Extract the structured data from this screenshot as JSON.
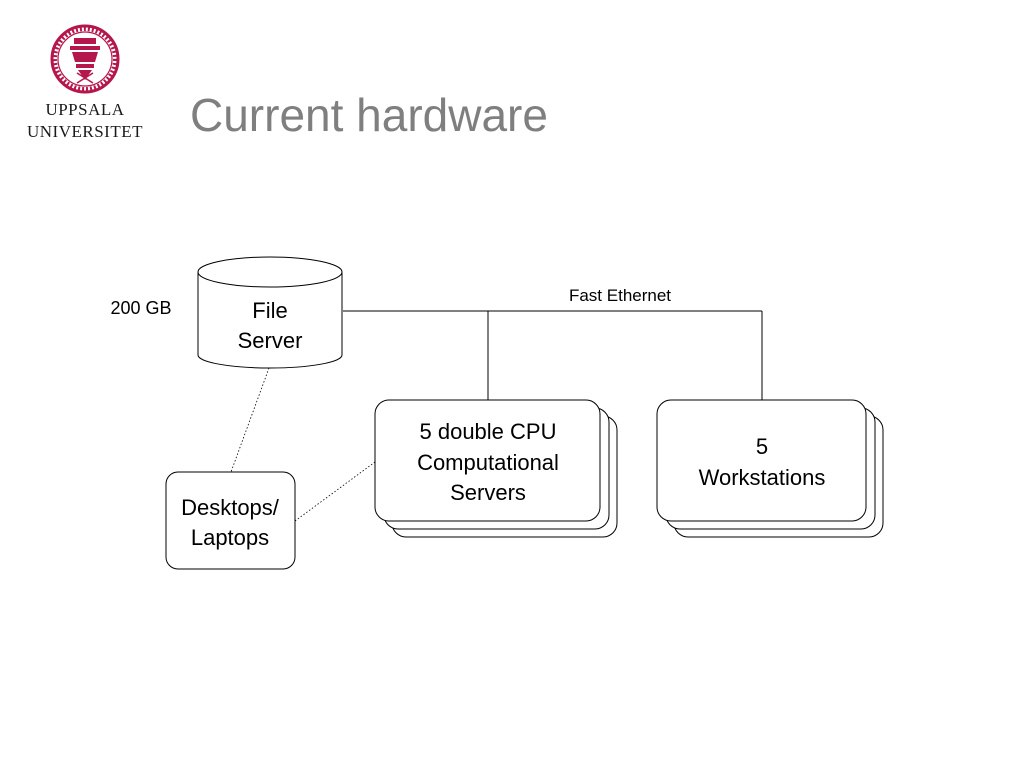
{
  "logo": {
    "line1": "UPPSALA",
    "line2": "UNIVERSITET",
    "color": "#b5164c"
  },
  "slide": {
    "title": "Current hardware"
  },
  "diagram": {
    "file_server": {
      "capacity": "200 GB",
      "line1": "File",
      "line2": "Server"
    },
    "network_label": "Fast Ethernet",
    "computational_servers": {
      "line1": "5 double CPU",
      "line2": "Computational",
      "line3": "Servers"
    },
    "workstations": {
      "line1": "5",
      "line2": "Workstations"
    },
    "desktops": {
      "line1": "Desktops/",
      "line2": "Laptops"
    }
  }
}
